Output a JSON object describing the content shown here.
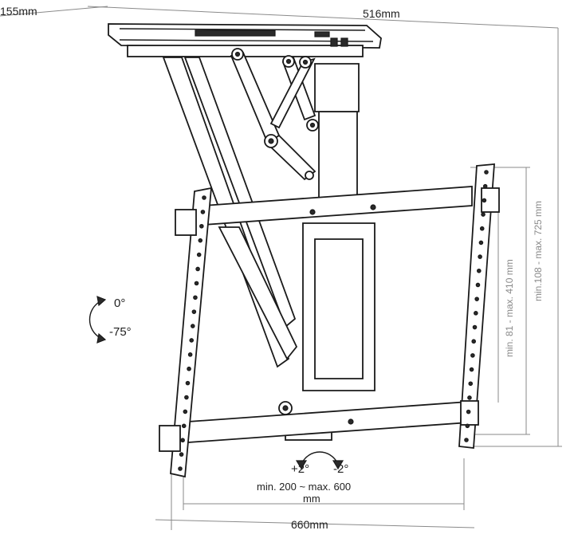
{
  "dimensions": {
    "depth": "155mm",
    "width": "516mm",
    "mount_width": "660mm",
    "vesa_horizontal_line1": "min. 200 ~ max. 600",
    "vesa_horizontal_line2": "mm",
    "vesa_vertical": "min. 81 - max. 410 mm",
    "height_range": "min.108 - max. 725 mm"
  },
  "tilt_main": {
    "up": "0°",
    "down": "-75°"
  },
  "tilt_swivel": {
    "left": "+2°",
    "right": "-2°"
  },
  "colors": {
    "line": "#1a1a1a",
    "dimension_line": "#8a8a8a",
    "background": "#ffffff"
  }
}
